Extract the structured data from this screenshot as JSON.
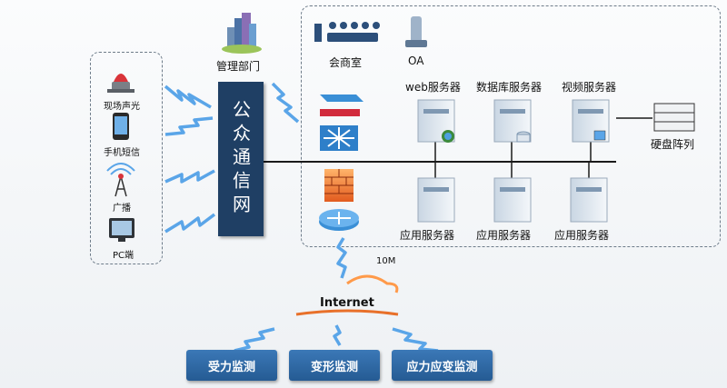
{
  "terminals": {
    "alarm_label": "现场声光",
    "sms_label": "手机短信",
    "broadcast_label": "广播",
    "pc_label": "PC端"
  },
  "public_network": {
    "label": "公众通信网"
  },
  "management": {
    "label": "管理部门"
  },
  "office": {
    "meeting_label": "会商室",
    "oa_label": "OA"
  },
  "servers": {
    "web_label": "web服务器",
    "db_label": "数据库服务器",
    "video_label": "视频服务器",
    "storage_label": "硬盘阵列",
    "app1_label": "应用服务器",
    "app2_label": "应用服务器",
    "app3_label": "应用服务器"
  },
  "link": {
    "bandwidth_label": "10M"
  },
  "internet": {
    "label": "Internet"
  },
  "monitoring": {
    "stress_label": "受力监测",
    "deformation_label": "变形监测",
    "strain_label": "应力应变监测"
  },
  "colors": {
    "pillar": "#1f3f64",
    "button": "#2f6aa6",
    "lightning": "#5aa5e8",
    "internet_accent": "#e8702a"
  }
}
